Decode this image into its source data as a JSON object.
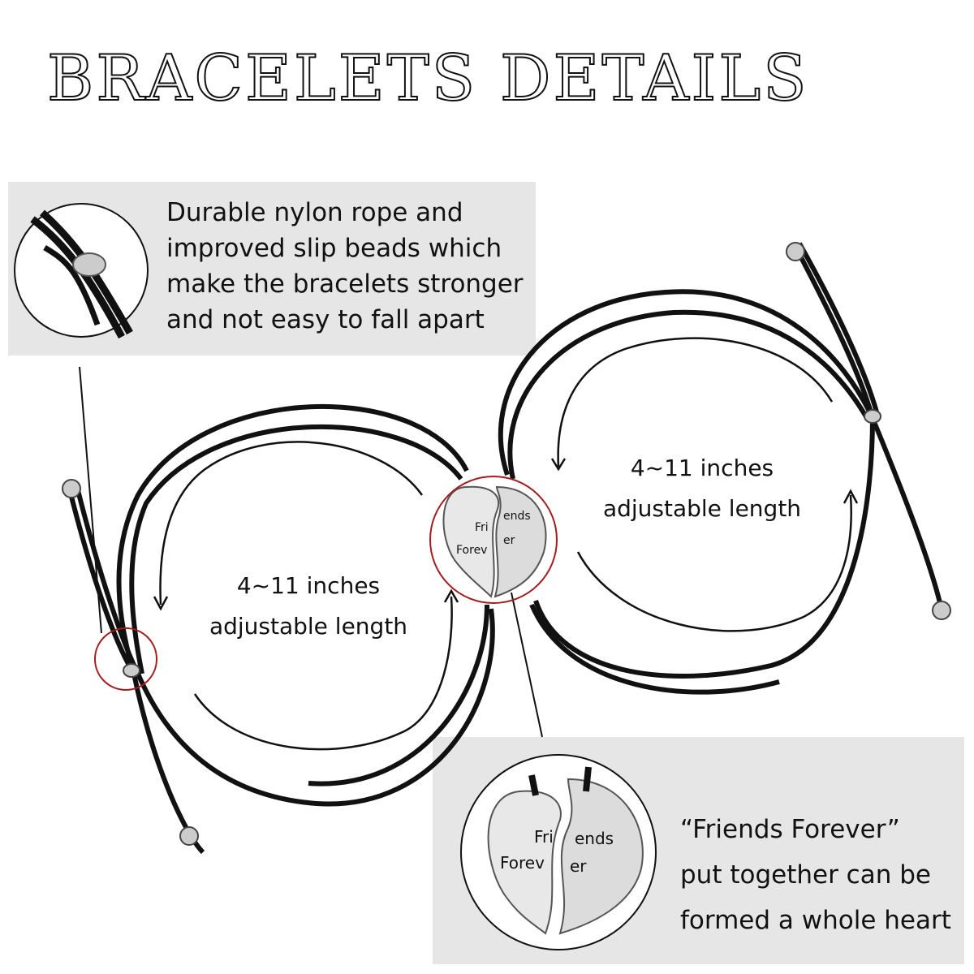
{
  "title": "BRACELETS DETAILS",
  "feature_top": {
    "lines": [
      "Durable nylon rope and",
      "improved slip beads which",
      "make the bracelets stronger",
      "and not easy to fall apart"
    ]
  },
  "left_bracelet": {
    "length": "4~11 inches",
    "adjust": "adjustable length"
  },
  "right_bracelet": {
    "length": "4~11 inches",
    "adjust": "adjustable length"
  },
  "pendant": {
    "left_text_1": "Fri",
    "left_text_2": "Forev",
    "right_text_1": "ends",
    "right_text_2": "er"
  },
  "feature_bottom": {
    "lines": [
      "“Friends Forever”",
      "put together can be",
      "formed a whole heart"
    ]
  },
  "colors": {
    "highlight_ring": "#a31d1d",
    "panel": "#e6e6e6",
    "cord": "#111111"
  }
}
